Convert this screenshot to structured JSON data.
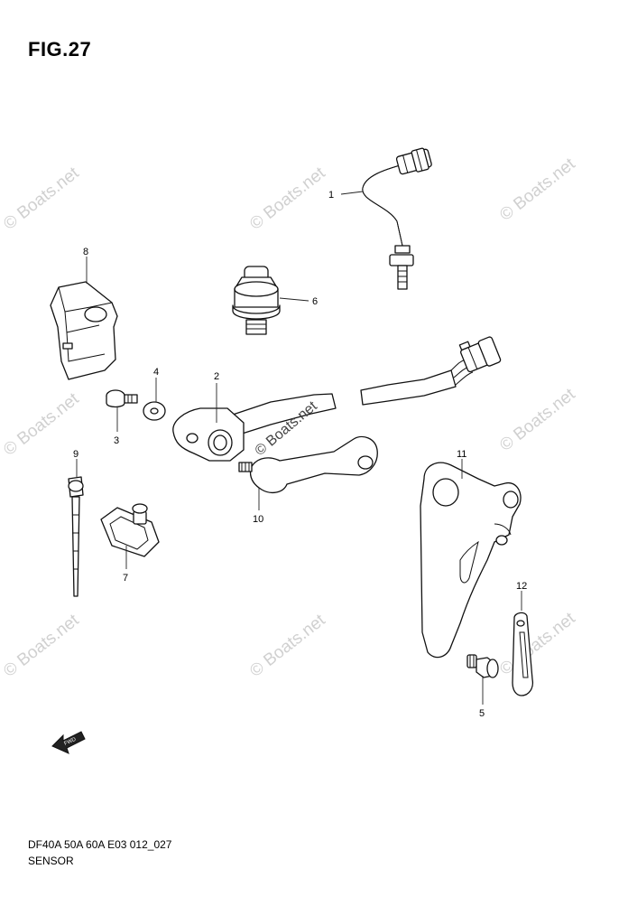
{
  "figure": {
    "title": "FIG.27",
    "model_line": "DF40A 50A 60A E03 012_027",
    "section_name": "SENSOR"
  },
  "watermark": {
    "text": "© Boats.net",
    "color": "#d0d0d0"
  },
  "fwd_marker": {
    "text": "FWD"
  },
  "callouts": [
    "1",
    "2",
    "3",
    "4",
    "5",
    "6",
    "7",
    "8",
    "9",
    "10",
    "11",
    "12"
  ]
}
